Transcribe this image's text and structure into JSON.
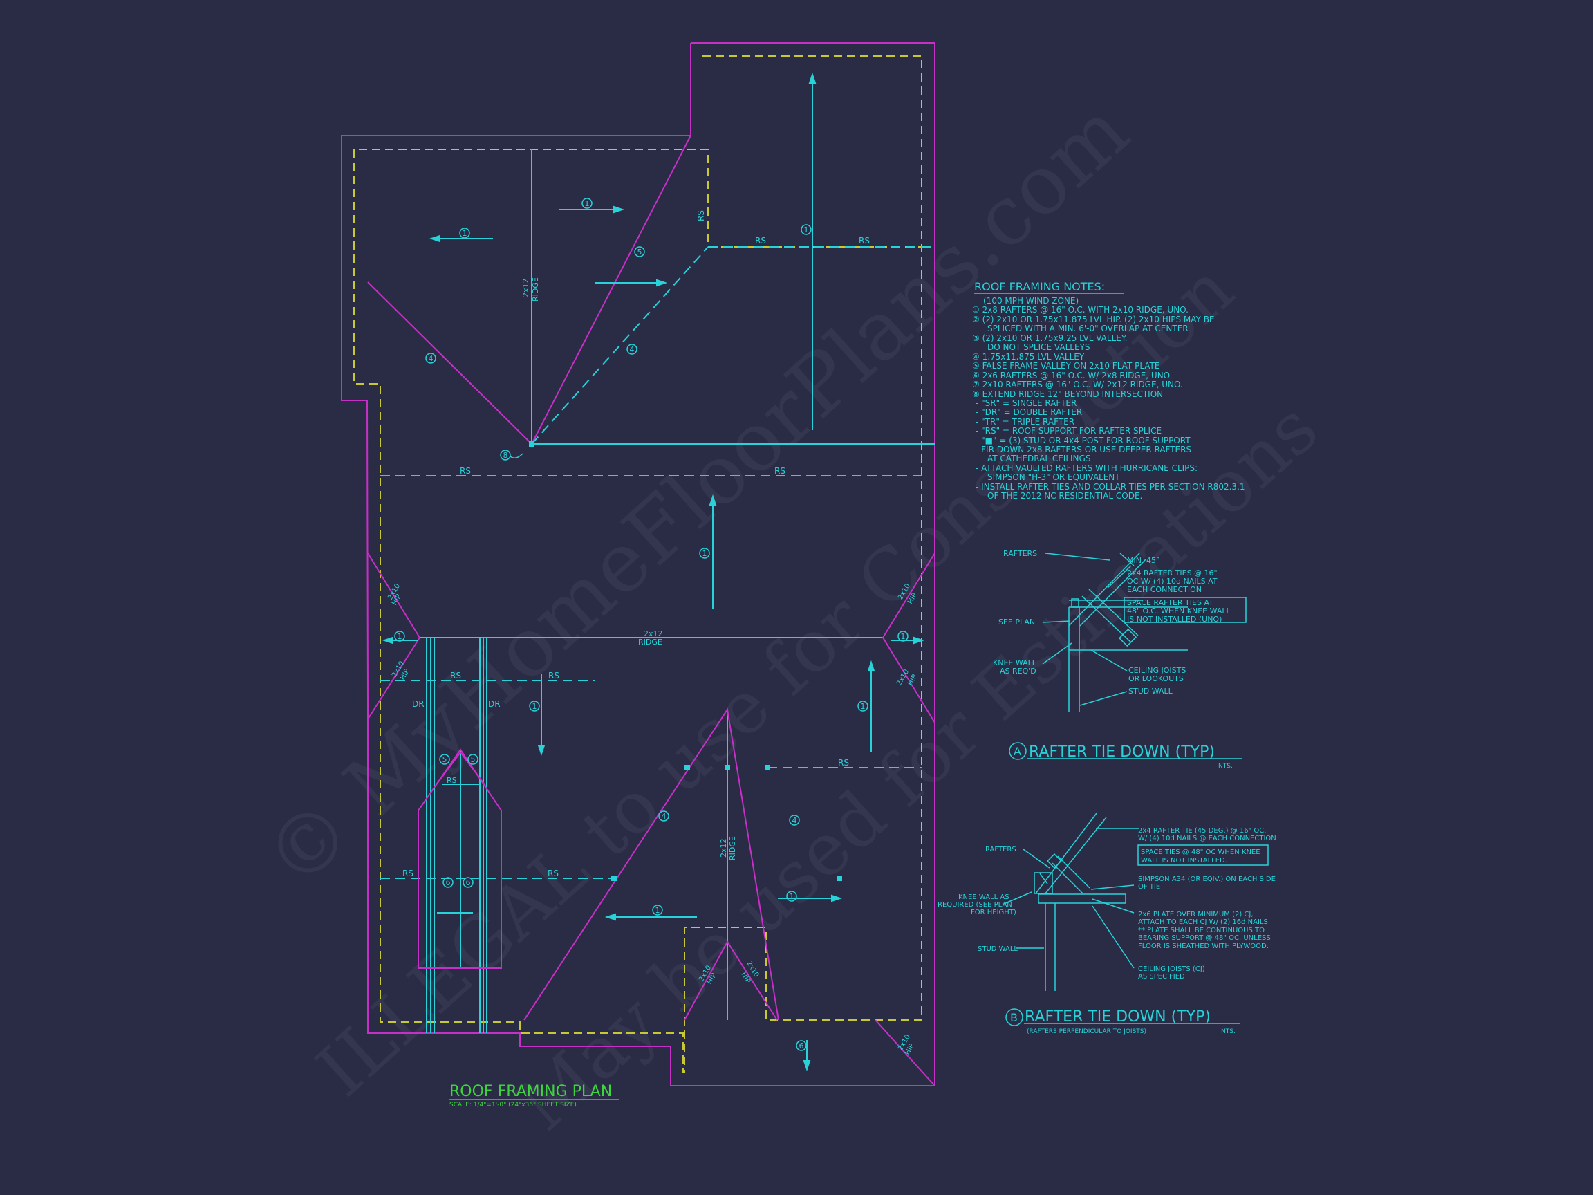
{
  "plan": {
    "title": "ROOF FRAMING PLAN",
    "scale": "SCALE: 1/4\"=1'-0\" (24\"x36\" SHEET SIZE)",
    "labels": {
      "rs": "RS",
      "dr": "DR",
      "ridge": "RIDGE",
      "ridge_size": "2x12",
      "hip": "HIP",
      "hip_size": "2x10",
      "mark_1": "1",
      "mark_4": "4",
      "mark_5": "5",
      "mark_6": "6",
      "mark_8": "8"
    }
  },
  "notes": {
    "title": "ROOF FRAMING NOTES:",
    "items": [
      "(100 MPH WIND ZONE)",
      "① 2x8 RAFTERS @ 16\" O.C. WITH 2x10 RIDGE, UNO.",
      "② (2) 2x10 OR 1.75x11.875 LVL HIP. (2) 2x10 HIPS MAY BE",
      "SPLICED WITH A MIN. 6'-0\" OVERLAP AT CENTER",
      "③ (2) 2x10 OR 1.75x9.25 LVL VALLEY.",
      "DO NOT SPLICE VALLEYS",
      "④ 1.75x11.875 LVL VALLEY",
      "⑤ FALSE FRAME VALLEY ON 2x10 FLAT PLATE",
      "⑥ 2x6 RAFTERS @ 16\" O.C. W/ 2x8 RIDGE, UNO.",
      "⑦ 2x10 RAFTERS @ 16\" O.C. W/ 2x12 RIDGE, UNO.",
      "⑧ EXTEND RIDGE 12\" BEYOND INTERSECTION",
      "- \"SR\" = SINGLE RAFTER",
      "- \"DR\" = DOUBLE RAFTER",
      "- \"TR\" = TRIPLE RAFTER",
      "- \"RS\" = ROOF SUPPORT FOR RAFTER SPLICE",
      "- \"■\" = (3) STUD OR 4x4 POST FOR ROOF SUPPORT",
      "- FIR DOWN 2x8 RAFTERS OR USE DEEPER RAFTERS",
      "AT CATHEDRAL CEILINGS",
      "- ATTACH VAULTED RAFTERS WITH HURRICANE CLIPS:",
      "SIMPSON \"H-3\" OR EQUIVALENT",
      "- INSTALL RAFTER TIES AND COLLAR TIES PER SECTION R802.3.1",
      "OF THE 2012 NC RESIDENTIAL CODE."
    ]
  },
  "detail_a": {
    "marker": "A",
    "title": "RAFTER TIE DOWN (TYP)",
    "nts": "NTS.",
    "rafters": "RAFTERS",
    "min_angle": "MIN. 45°",
    "ties": [
      "2x4 RAFTER TIES @ 16\"",
      "OC W/ (4) 10d NAILS AT",
      "EACH CONNECTION"
    ],
    "boxed": [
      "SPACE RAFTER TIES AT",
      "48\" O.C. WHEN KNEE WALL",
      "IS NOT INSTALLED (UNO)"
    ],
    "see_plan": "SEE PLAN",
    "knee_wall": [
      "KNEE WALL",
      "AS REQ'D"
    ],
    "ceiling": [
      "CEILING JOISTS",
      "OR LOOKOUTS"
    ],
    "stud_wall": "STUD WALL"
  },
  "detail_b": {
    "marker": "B",
    "title": "RAFTER TIE DOWN (TYP)",
    "subtitle": "(RAFTERS PERPENDICULAR TO JOISTS)",
    "nts": "NTS.",
    "rafters": "RAFTERS",
    "tie": [
      "2x4 RAFTER TIE (45 DEG.) @ 16\" OC.",
      "W/ (4) 10d NAILS @ EACH CONNECTION"
    ],
    "boxed": [
      "SPACE TIES @ 48\" OC WHEN KNEE",
      "WALL IS NOT INSTALLED."
    ],
    "simpson": [
      "SIMPSON A34 (OR EQIV.) ON EACH SIDE",
      "OF TIE"
    ],
    "knee_wall": [
      "KNEE WALL AS",
      "REQUIRED (SEE PLAN",
      "FOR HEIGHT)"
    ],
    "plate": [
      "2x6 PLATE OVER MINIMUM (2) CJ,",
      "ATTACH TO EACH CJ W/ (2) 16d NAILS",
      "** PLATE SHALL BE CONTINUOUS TO",
      "BEARING SUPPORT @ 48\" OC. UNLESS",
      "FLOOR IS SHEATHED WITH PLYWOOD."
    ],
    "stud_wall": "STUD WALL",
    "ceiling": [
      "CEILING JOISTS (CJ)",
      "AS SPECIFIED"
    ]
  },
  "watermarks": [
    "© MyHomeFloorPlans.com",
    "ILLEGAL to use for Construction",
    "May be used for Estimations"
  ],
  "colors": {
    "background": "#2a2b45",
    "outline": "#c630c6",
    "wall": "#c8c832",
    "annotation": "#27d3d8",
    "title": "#3ed43e"
  }
}
